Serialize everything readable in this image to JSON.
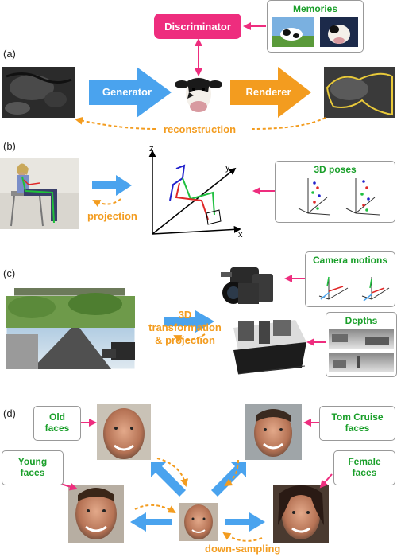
{
  "panels": {
    "a": {
      "label": "(a)",
      "discriminator": "Discriminator",
      "memories": "Memories",
      "generator": "Generator",
      "renderer": "Renderer",
      "reconstruction": "reconstruction"
    },
    "b": {
      "label": "(b)",
      "projection": "projection",
      "poses_title": "3D poses",
      "axes": {
        "z": "z",
        "y": "y",
        "x": "x"
      }
    },
    "c": {
      "label": "(c)",
      "camera_motions": "Camera motions",
      "depths": "Depths",
      "transform_line1": "3D transformation",
      "transform_line2": "& projection"
    },
    "d": {
      "label": "(d)",
      "old_line1": "Old",
      "old_line2": "faces",
      "young_line1": "Young",
      "young_line2": "faces",
      "tomcruise_line1": "Tom Cruise",
      "tomcruise_line2": "faces",
      "female_line1": "Female",
      "female_line2": "faces",
      "downsampling": "down-sampling"
    }
  },
  "colors": {
    "pink": "#ee2d7e",
    "blue": "#4aa3ee",
    "orange": "#f39c1f",
    "green": "#1a9f2a"
  }
}
